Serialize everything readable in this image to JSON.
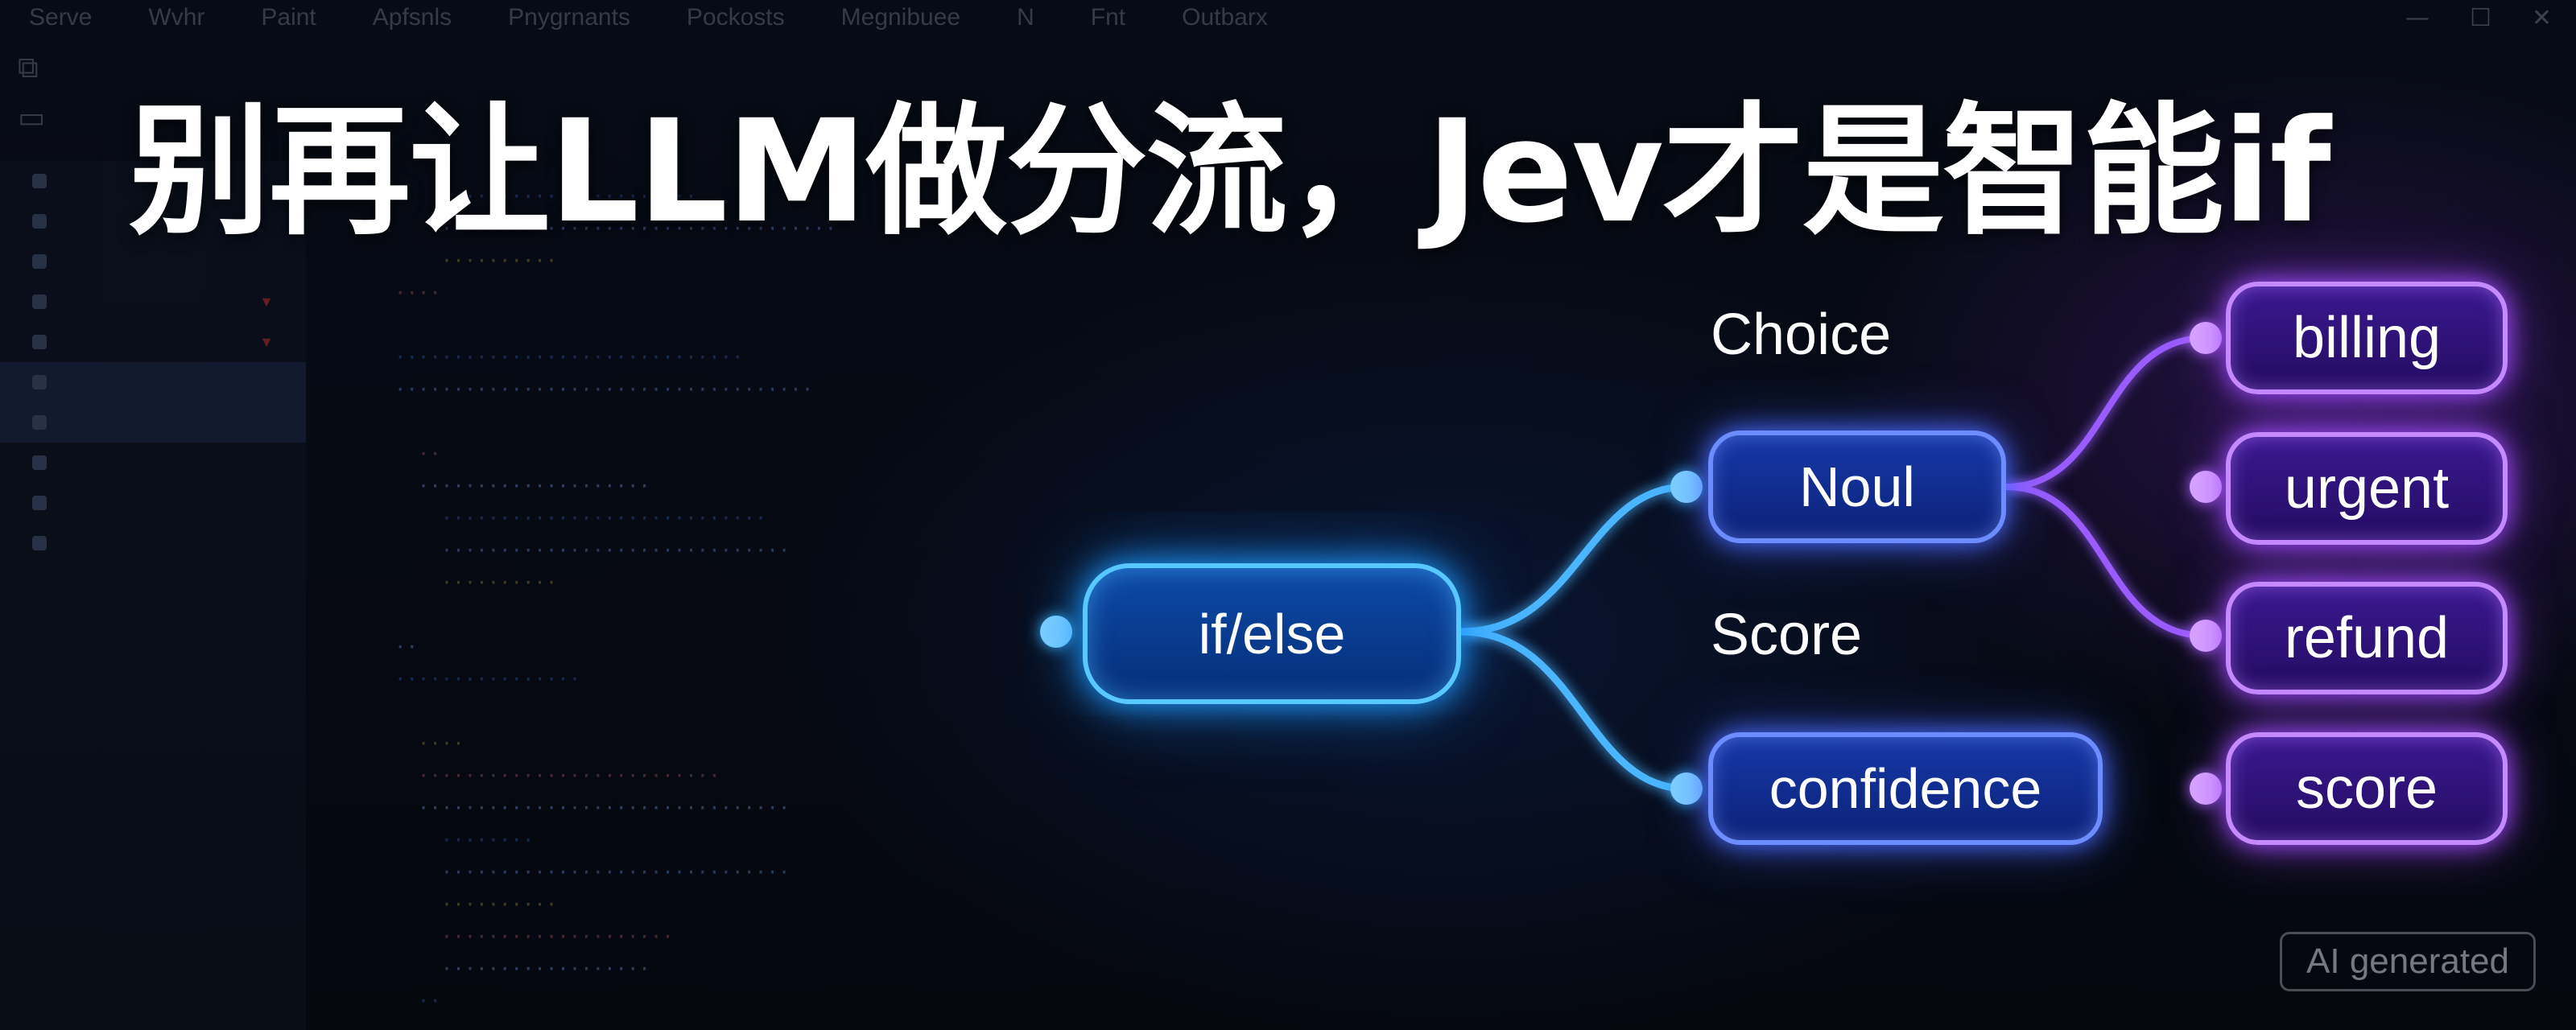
{
  "headline": "别再让LLM做分流，Jev才是智能if",
  "background_ide": {
    "menu": [
      "Serve",
      "Wvhr",
      "Paint",
      "Apfsnls",
      "Pnygrnants",
      "Pockosts",
      "Megnibuee",
      "N",
      "Fnt",
      "Outbarx"
    ],
    "window_controls": [
      "—",
      "☐",
      "✕"
    ]
  },
  "diagram": {
    "root": {
      "label": "if/else"
    },
    "groups": [
      {
        "heading": "Choice",
        "node": "Noul",
        "outputs": [
          "billing",
          "urgent",
          "refund"
        ]
      },
      {
        "heading": "Score",
        "node": "confidence",
        "outputs": [
          "score"
        ]
      }
    ]
  },
  "badge": "AI generated",
  "colors": {
    "background": "#050812",
    "wire_blue": "#3db3ff",
    "wire_purple": "#a45cff",
    "node_blue_border": "#6d8cff",
    "node_purple_border": "#c58aff",
    "root_border": "#58c8ff"
  }
}
